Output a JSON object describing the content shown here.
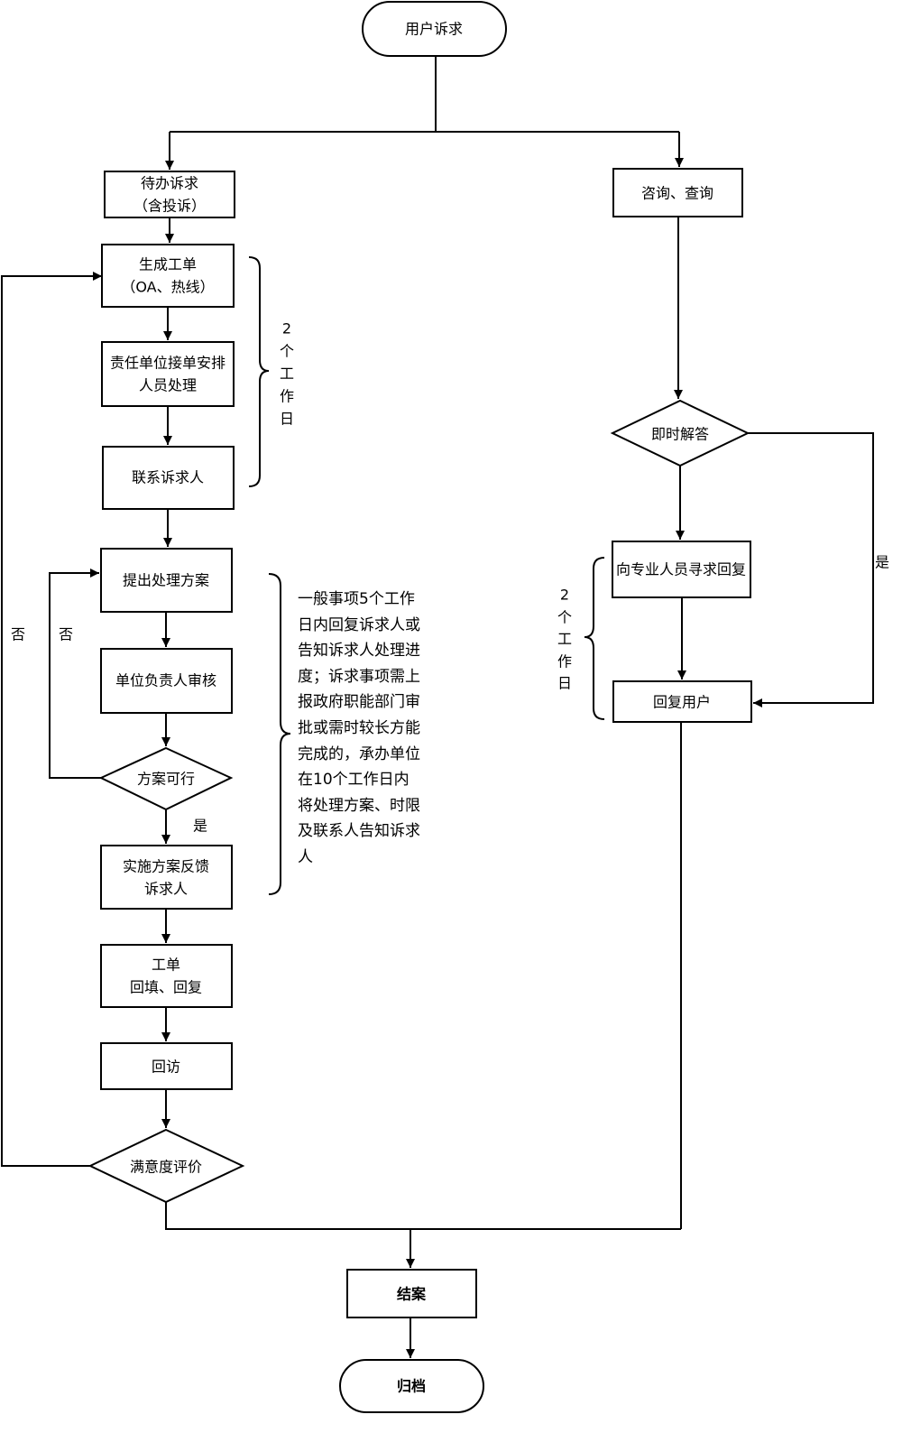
{
  "nodes": {
    "start": "用户诉求",
    "pending_1": "待办诉求",
    "pending_2": "（含投诉）",
    "gen_1": "生成工单",
    "gen_2": "（OA、热线）",
    "assign_1": "责任单位接单安排",
    "assign_2": "人员处理",
    "contact": "联系诉求人",
    "propose": "提出处理方案",
    "review": "单位负责人审核",
    "feasible": "方案可行",
    "implement_1": "实施方案反馈",
    "implement_2": "诉求人",
    "ticket_1": "工单",
    "ticket_2": "回填、回复",
    "revisit": "回访",
    "satisfaction": "满意度评价",
    "consult": "咨询、查询",
    "instant": "即时解答",
    "expert": "向专业人员寻求回复",
    "reply": "回复用户",
    "close": "结案",
    "archive": "归档"
  },
  "labels": {
    "yes": "是",
    "no": "否",
    "two_days_chars": [
      "2",
      "个",
      "工",
      "作",
      "日"
    ]
  },
  "note": "一般事项5个工作日内回复诉求人或告知诉求人处理进度；诉求事项需上报政府职能部门审批或需时较长方能完成的，承办单位在10个工作日内将处理方案、时限及联系人告知诉求人"
}
